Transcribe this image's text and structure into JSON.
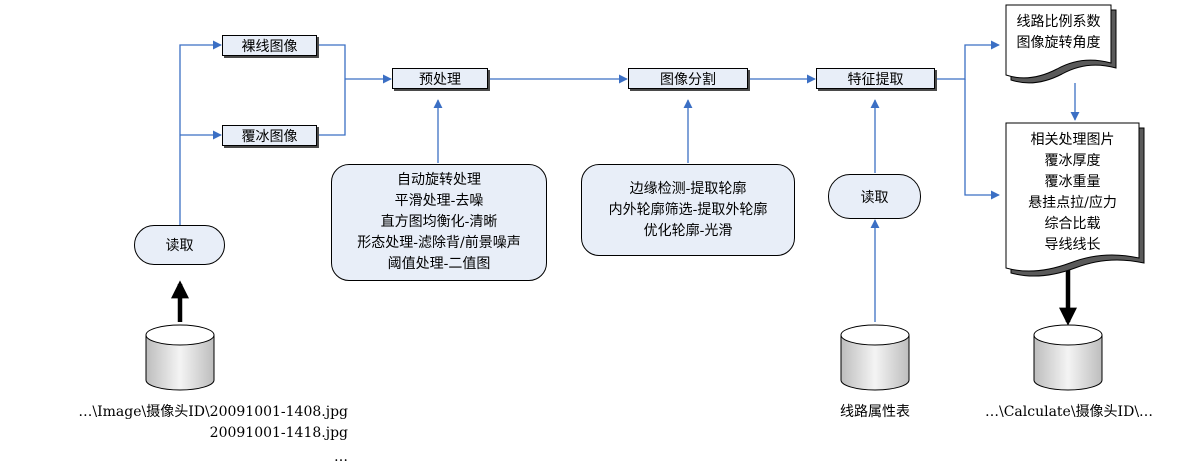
{
  "steps": {
    "bare_image": "裸线图像",
    "iced_image": "覆冰图像",
    "preprocess": "预处理",
    "segmentation": "图像分割",
    "feature_extract": "特征提取"
  },
  "read_left": "读取",
  "read_right": "读取",
  "preprocess_details": [
    "自动旋转处理",
    "平滑处理-去噪",
    "直方图均衡化-清晰",
    "形态处理-滤除背/前景噪声",
    "阈值处理-二值图"
  ],
  "segmentation_details": [
    "边缘检测-提取轮廓",
    "内外轮廓筛选-提取外轮廓",
    "优化轮廓-光滑"
  ],
  "doc_top": [
    "线路比例系数",
    "图像旋转角度"
  ],
  "doc_bottom": [
    "相关处理图片",
    "覆冰厚度",
    "覆冰重量",
    "悬挂点拉/应力",
    "综合比载",
    "导线线长"
  ],
  "db_left_lines": [
    "…\\Image\\摄像头ID\\20091001-1408.jpg",
    "20091001-1418.jpg",
    "…"
  ],
  "db_middle_label": "线路属性表",
  "db_right_label": "…\\Calculate\\摄像头ID\\…"
}
